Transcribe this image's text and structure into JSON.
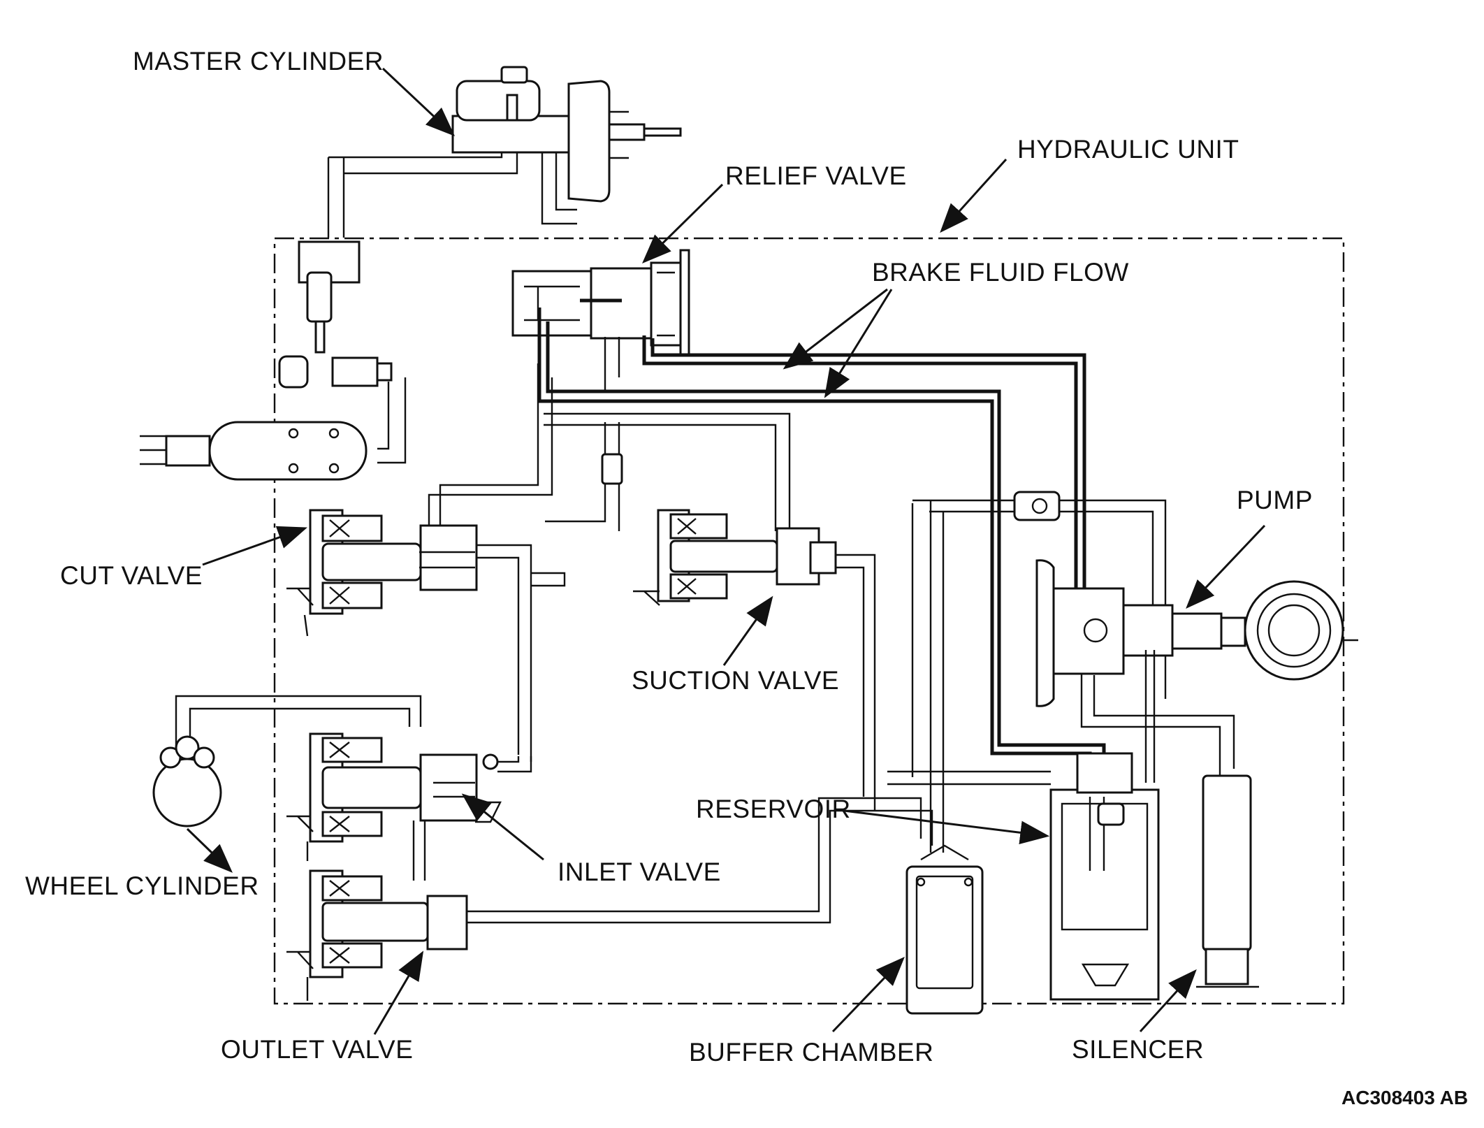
{
  "labels": {
    "master_cylinder": "MASTER CYLINDER",
    "hydraulic_unit": "HYDRAULIC UNIT",
    "relief_valve": "RELIEF VALVE",
    "brake_fluid_flow": "BRAKE FLUID FLOW",
    "cut_valve": "CUT VALVE",
    "pump": "PUMP",
    "suction_valve": "SUCTION VALVE",
    "reservoir": "RESERVOIR",
    "wheel_cylinder": "WHEEL CYLINDER",
    "inlet_valve": "INLET VALVE",
    "outlet_valve": "OUTLET VALVE",
    "buffer_chamber": "BUFFER CHAMBER",
    "silencer": "SILENCER"
  },
  "figure_code": "AC308403 AB"
}
